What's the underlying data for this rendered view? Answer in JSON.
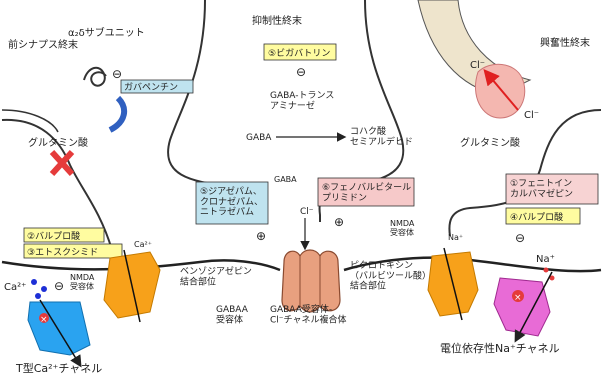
{
  "diagram": {
    "labels": {
      "alpha2delta": "α₂δサブユニット",
      "presyn_left": "前シナプス終末",
      "glutamate_left": "グルタミン酸",
      "presyn_center": "抑制性終末",
      "gaba_transaminase": "GABA-トランス\nアミナーゼ",
      "gaba_mid": "GABA",
      "succinic": "コハク酸\nセミアルデヒド",
      "gaba_release": "GABA",
      "chloride": "Cl⁻",
      "presyn_right": "興奮性終末",
      "glutamate_right": "グルタミン酸",
      "nmda_left": "NMDA\n受容体",
      "ca_top": "Ca²⁺",
      "ca_left": "Ca²⁺",
      "benzo_site": "ベンゾジアゼピン\n結合部位",
      "gaba_a_receptor": "GABAA\n受容体",
      "gaba_complex": "GABAA受容体-\nCl⁻チャネル複合体",
      "picrotoxin": "ピクロトキシン\n（バルビツール酸）\n結合部位",
      "nmda_right": "NMDA\n受容体",
      "na_top": "Na⁺",
      "na_ion": "Na⁺",
      "t_type_ca": "T型Ca²⁺チャネル",
      "nav_channel": "電位依存性Na⁺チャネル",
      "cl_inset_1": "Cl⁻",
      "cl_inset_2": "Cl⁻",
      "plus_1": "⊕",
      "plus_2": "⊕",
      "minus_vgabat": "⊖",
      "minus_gabapentin": "⊖",
      "minus_left": "⊖",
      "minus_right": "⊖"
    },
    "drug_boxes": {
      "gabapentin": "ガバペンチン",
      "vigabatrin": "⑤ビガバトリン",
      "benzodiazepines": "⑤ジアゼパム、\nクロナゼパム、\nニトラゼパム",
      "phenobarbital": "⑥フェノバルビタール\nプリミドン",
      "phenytoin": "①フェニトイン\nカルバマゼピン",
      "valproate_right": "④バルプロ酸",
      "valproate_left": "②バルプロ酸",
      "ethosuximide": "③エトスクシミド"
    },
    "colors": {
      "yellow_box": "#fffca0",
      "blue_box": "#bfe3ef",
      "red_box": "#f6c9c9",
      "pink_box": "#f7d3d3",
      "orange_channel": "#f7a11a",
      "t_channel": "#2aa3f0",
      "na_channel": "#e86bd6",
      "gaba_receptor": "#e8a07f",
      "membrane": "#2a2a2a",
      "cross": "#e53b3b"
    }
  }
}
